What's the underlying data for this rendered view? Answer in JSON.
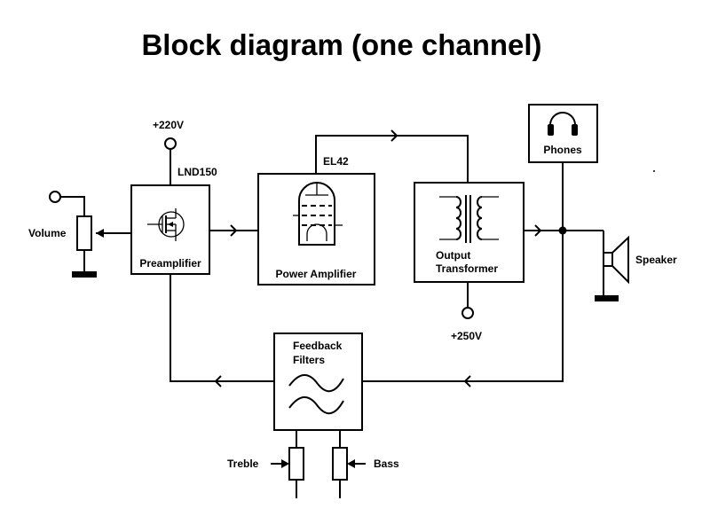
{
  "title": "Block diagram (one channel)",
  "supplies": {
    "preamp": "+220V",
    "transformer": "+250V"
  },
  "tubes": {
    "preamp_device": "LND150",
    "power_tube": "EL42"
  },
  "blocks": {
    "preamplifier": "Preamplifier",
    "power_amplifier": "Power Amplifier",
    "output_transformer_line1": "Output",
    "output_transformer_line2": "Transformer",
    "feedback_line1": "Feedback",
    "feedback_line2": "Filters",
    "phones": "Phones"
  },
  "controls": {
    "volume": "Volume",
    "treble": "Treble",
    "bass": "Bass"
  },
  "outputs": {
    "speaker": "Speaker"
  },
  "icons": [
    "headphones-icon",
    "speaker-icon",
    "mosfet-icon",
    "pentode-tube-icon",
    "transformer-icon",
    "filter-waves-icon",
    "potentiometer-icon",
    "ground-icon"
  ]
}
